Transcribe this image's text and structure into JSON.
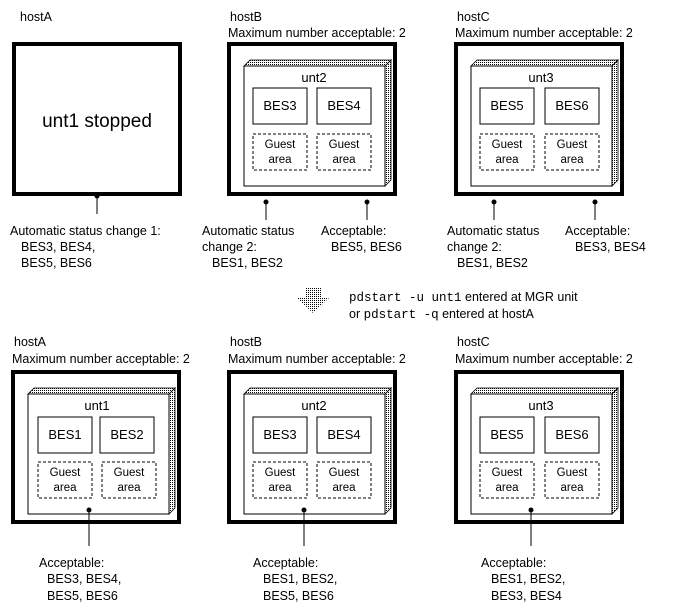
{
  "top": {
    "hostA": {
      "name": "hostA",
      "status": "unt1 stopped",
      "note": [
        "Automatic status change 1:",
        "BES3, BES4,",
        "BES5, BES6"
      ]
    },
    "hostB": {
      "name": "hostB",
      "max": "Maximum number acceptable: 2",
      "unit": "unt2",
      "bes": [
        "BES3",
        "BES4"
      ],
      "guest": [
        "Guest",
        "area"
      ],
      "note_left": [
        "Automatic status",
        "change 2:",
        "BES1, BES2"
      ],
      "note_right": [
        "Acceptable:",
        "BES5, BES6"
      ]
    },
    "hostC": {
      "name": "hostC",
      "max": "Maximum number acceptable: 2",
      "unit": "unt3",
      "bes": [
        "BES5",
        "BES6"
      ],
      "guest": [
        "Guest",
        "area"
      ],
      "note_left": [
        "Automatic status",
        "change 2:",
        "BES1, BES2"
      ],
      "note_right": [
        "Acceptable:",
        "BES3, BES4"
      ]
    }
  },
  "command": {
    "cmd1": "pdstart -u unt1",
    "text1": " entered at MGR unit",
    "or": "or ",
    "cmd2": "pdstart -q",
    "text2": " entered at hostA"
  },
  "bottom": {
    "hostA": {
      "name": "hostA",
      "max": "Maximum number acceptable: 2",
      "unit": "unt1",
      "bes": [
        "BES1",
        "BES2"
      ],
      "guest": [
        "Guest",
        "area"
      ],
      "note": [
        "Acceptable:",
        "BES3, BES4,",
        "BES5, BES6"
      ]
    },
    "hostB": {
      "name": "hostB",
      "max": "Maximum number acceptable: 2",
      "unit": "unt2",
      "bes": [
        "BES3",
        "BES4"
      ],
      "guest": [
        "Guest",
        "area"
      ],
      "note": [
        "Acceptable:",
        "BES1, BES2,",
        "BES5, BES6"
      ]
    },
    "hostC": {
      "name": "hostC",
      "max": "Maximum number acceptable: 2",
      "unit": "unt3",
      "bes": [
        "BES5",
        "BES6"
      ],
      "guest": [
        "Guest",
        "area"
      ],
      "note": [
        "Acceptable:",
        "BES1, BES2,",
        "BES3, BES4"
      ]
    }
  }
}
